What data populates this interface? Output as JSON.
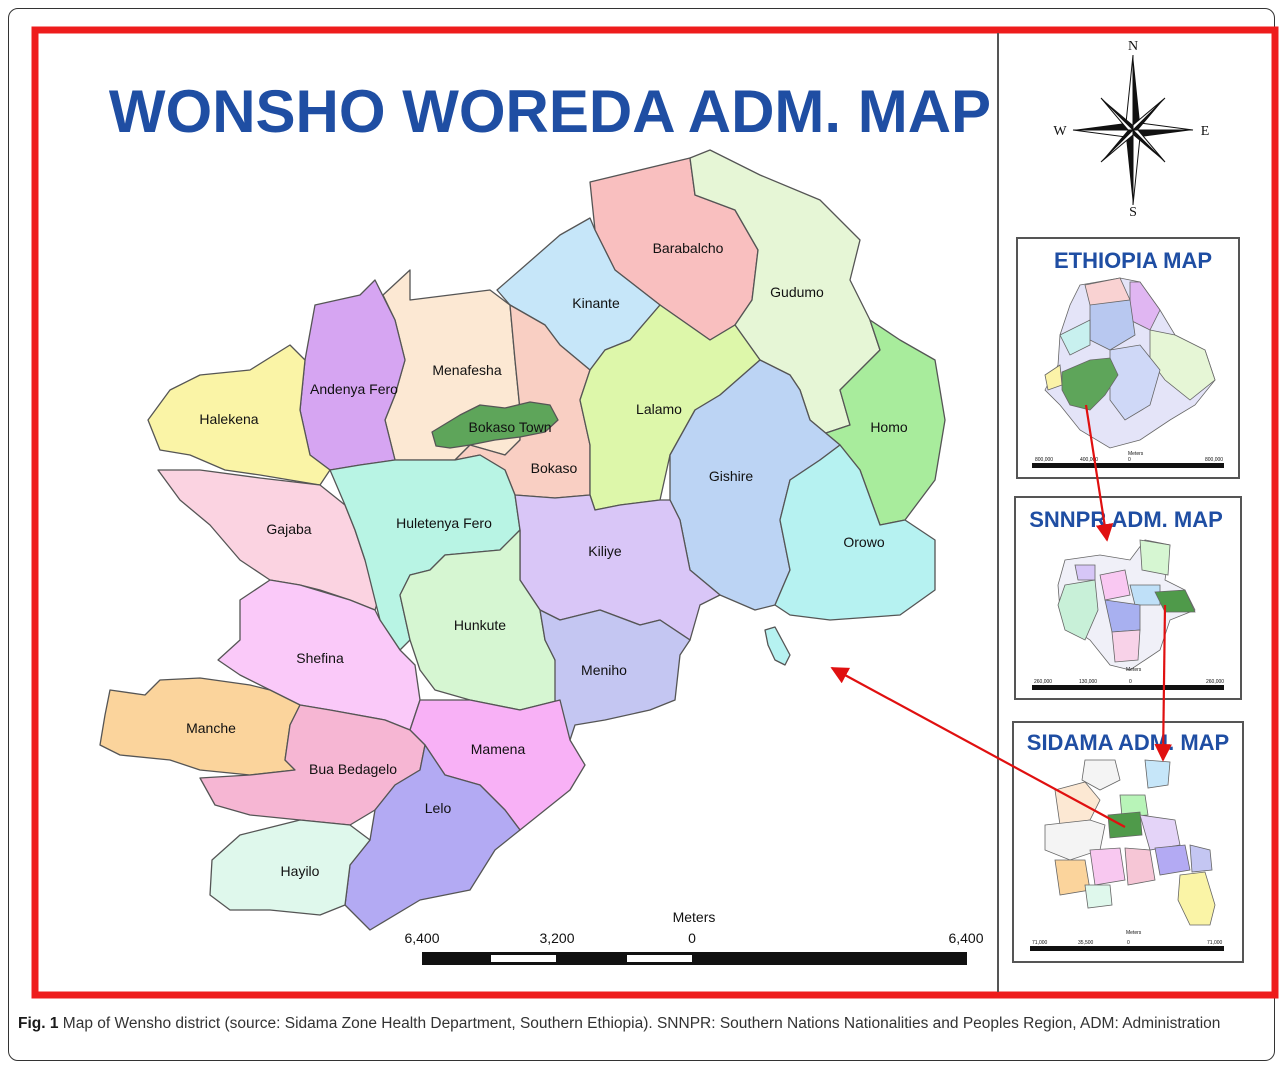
{
  "map": {
    "title": "WONSHO WOREDA ADM. MAP",
    "compass": {
      "n": "N",
      "s": "S",
      "e": "E",
      "w": "W"
    },
    "regions": [
      {
        "name": "Barabalcho",
        "color": "#f9bfbf"
      },
      {
        "name": "Gudumo",
        "color": "#e6f6d6"
      },
      {
        "name": "Kinante",
        "color": "#c6e6f9"
      },
      {
        "name": "Menafesha",
        "color": "#fce8d3"
      },
      {
        "name": "Andenya Fero",
        "color": "#d6a5f2"
      },
      {
        "name": "Halekena",
        "color": "#faf4a6"
      },
      {
        "name": "Bokaso Town",
        "color": "#5ea55a"
      },
      {
        "name": "Lalamo",
        "color": "#ddf7aa"
      },
      {
        "name": "Bokaso",
        "color": "#f9cfc3"
      },
      {
        "name": "Homo",
        "color": "#a8ec9c"
      },
      {
        "name": "Gishire",
        "color": "#bcd4f4"
      },
      {
        "name": "Gajaba",
        "color": "#fbd3e1"
      },
      {
        "name": "Huletenya Fero",
        "color": "#b8f4e4"
      },
      {
        "name": "Kiliye",
        "color": "#d9c6f7"
      },
      {
        "name": "Orowo",
        "color": "#b6f2f1"
      },
      {
        "name": "Hunkute",
        "color": "#d6f6d2"
      },
      {
        "name": "Shefina",
        "color": "#fac9f9"
      },
      {
        "name": "Meniho",
        "color": "#c4c6f2"
      },
      {
        "name": "Manche",
        "color": "#fbd49c"
      },
      {
        "name": "Mamena",
        "color": "#f8b1f6"
      },
      {
        "name": "Bua Bedagelo",
        "color": "#f6b6d3"
      },
      {
        "name": "Lelo",
        "color": "#b3aaf3"
      },
      {
        "name": "Hayilo",
        "color": "#dff8ec"
      }
    ],
    "scale": {
      "unit": "Meters",
      "labels": [
        "6,400",
        "3,200",
        "0",
        "6,400"
      ]
    },
    "insets": [
      {
        "title": "ETHIOPIA MAP",
        "scale_labels": [
          "800,000",
          "400,000",
          "0",
          "800,000"
        ],
        "unit": "Meters"
      },
      {
        "title": "SNNPR ADM. MAP",
        "scale_labels": [
          "260,000",
          "130,000",
          "0",
          "260,000"
        ],
        "unit": "Meters"
      },
      {
        "title": "SIDAMA ADM. MAP",
        "scale_labels": [
          "71,000",
          "35,500",
          "0",
          "71,000"
        ],
        "unit": "Meters"
      }
    ],
    "colors": {
      "border": "#ee1c1c",
      "title": "#1f4ea3",
      "arrow": "#e01010",
      "highlight": "#4f9a4a"
    }
  },
  "caption": {
    "label": "Fig. 1",
    "text": "Map of Wensho district (source: Sidama Zone Health Department, Southern Ethiopia). SNNPR: Southern Nations Nationalities and Peoples Region, ADM: Administration"
  }
}
